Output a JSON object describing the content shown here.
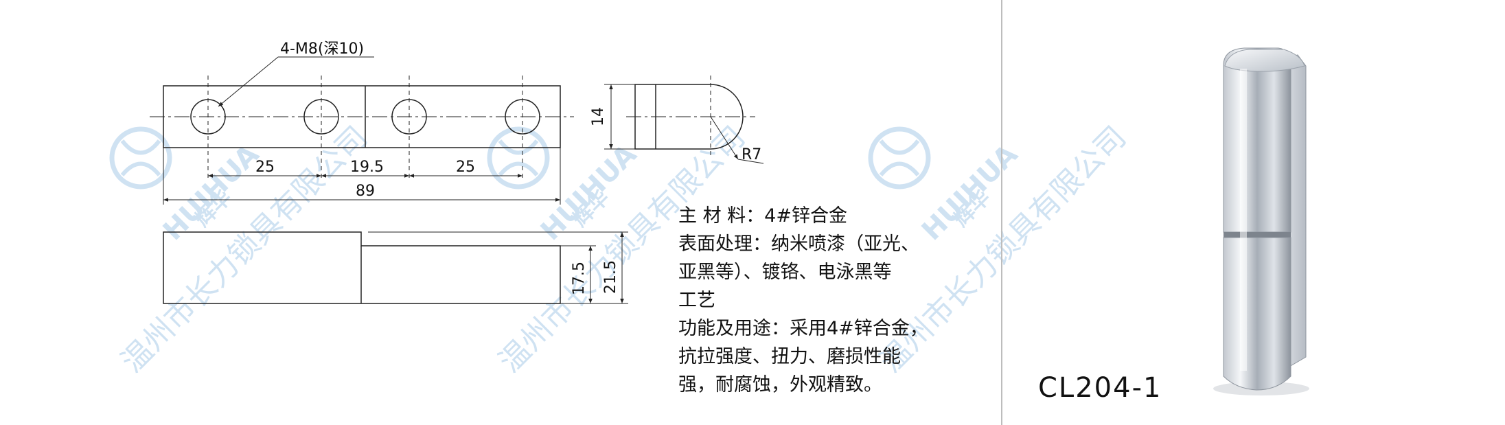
{
  "drawing": {
    "callout_thread": "4-M8(深10)",
    "dim_pitch_left": "25",
    "dim_pitch_middle": "19.5",
    "dim_pitch_right": "25",
    "dim_total_length": "89",
    "dim_side_height": "14",
    "dim_radius": "R7",
    "dim_height_small": "17.5",
    "dim_height_total": "21.5"
  },
  "specs": {
    "lines": [
      "主 材 料：4#锌合金",
      "表面处理：纳米喷漆（亚光、",
      "亚黑等）、镀铬、电泳黑等",
      "工艺",
      "功能及用途：采用4#锌合金，",
      "抗拉强度、扭力、磨损性能",
      "强，耐腐蚀，外观精致。"
    ]
  },
  "model": "CL204-1",
  "watermark": {
    "brand_en": "HUIHUA",
    "brand_cn": "辉华",
    "company": "温州市长力锁具有限公司",
    "color": "#a9cbe9"
  }
}
